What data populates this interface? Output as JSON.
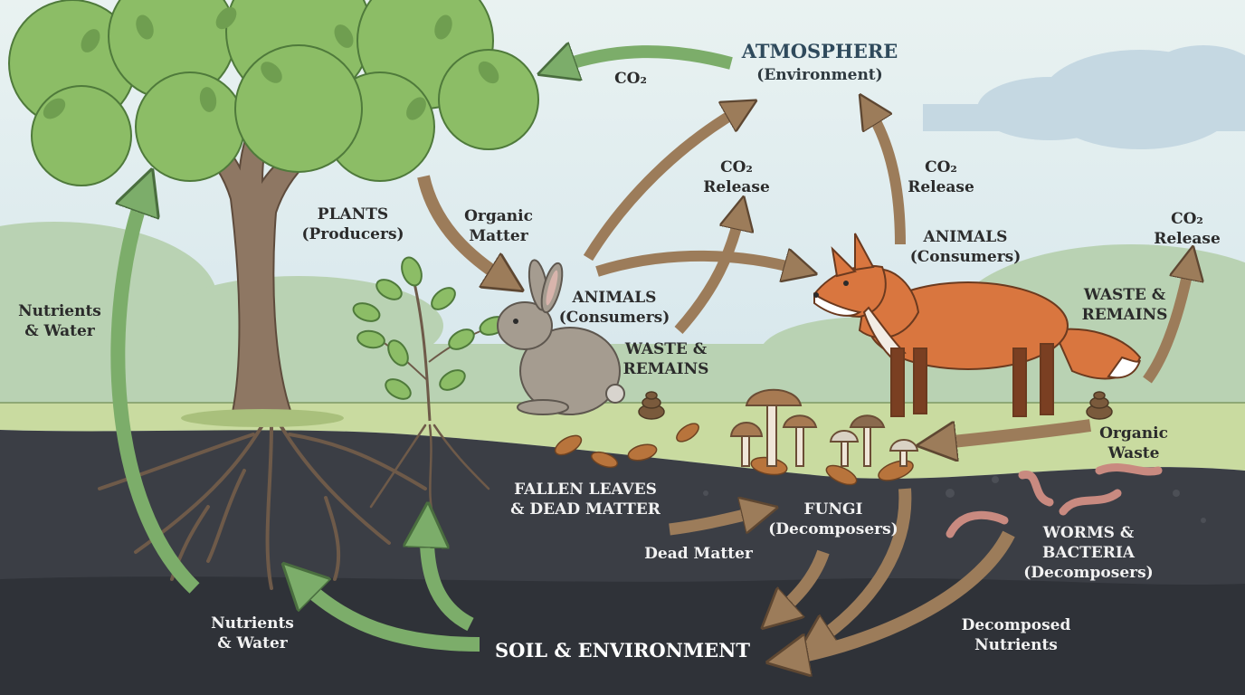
{
  "labels": {
    "atmosphere": {
      "title": "ATMOSPHERE",
      "subtitle": "(Environment)"
    },
    "co2_top": "CO₂",
    "plants": {
      "line1": "PLANTS",
      "line2": "(Producers)"
    },
    "organic_matter": {
      "line1": "Organic",
      "line2": "Matter"
    },
    "co2_release_1": {
      "line1": "CO₂",
      "line2": "Release"
    },
    "co2_release_2": {
      "line1": "CO₂",
      "line2": "Release"
    },
    "co2_release_3": {
      "line1": "CO₂",
      "line2": "Release"
    },
    "animals_rabbit": {
      "line1": "ANIMALS",
      "line2": "(Consumers)"
    },
    "animals_fox": {
      "line1": "ANIMALS",
      "line2": "(Consumers)"
    },
    "waste_remains_1": {
      "line1": "WASTE &",
      "line2": "REMAINS"
    },
    "waste_remains_2": {
      "line1": "WASTE &",
      "line2": "REMAINS"
    },
    "organic_waste": {
      "line1": "Organic",
      "line2": "Waste"
    },
    "nutrients_water_left": {
      "line1": "Nutrients",
      "line2": "& Water"
    },
    "nutrients_water_bottom": {
      "line1": "Nutrients",
      "line2": "& Water"
    },
    "fallen_leaves": {
      "line1": "FALLEN LEAVES",
      "line2": "& DEAD MATTER"
    },
    "dead_matter": "Dead Matter",
    "fungi": {
      "line1": "FUNGI",
      "line2": "(Decomposers)"
    },
    "worms_bacteria": {
      "line1": "WORMS &",
      "line2": "BACTERIA",
      "line3": "(Decomposers)"
    },
    "decomposed_nutrients": {
      "line1": "Decomposed",
      "line2": "Nutrients"
    },
    "soil_environment": "SOIL & ENVIRONMENT"
  },
  "colors": {
    "sky": "#dfecef",
    "soil": "#3b3e45",
    "grass": "#c9dba0",
    "arrow_green": "#7cad6a",
    "arrow_brown": "#9c7c5a",
    "tree_foliage": "#8cbd66",
    "fox": "#d9763f",
    "rabbit": "#a59c90"
  }
}
